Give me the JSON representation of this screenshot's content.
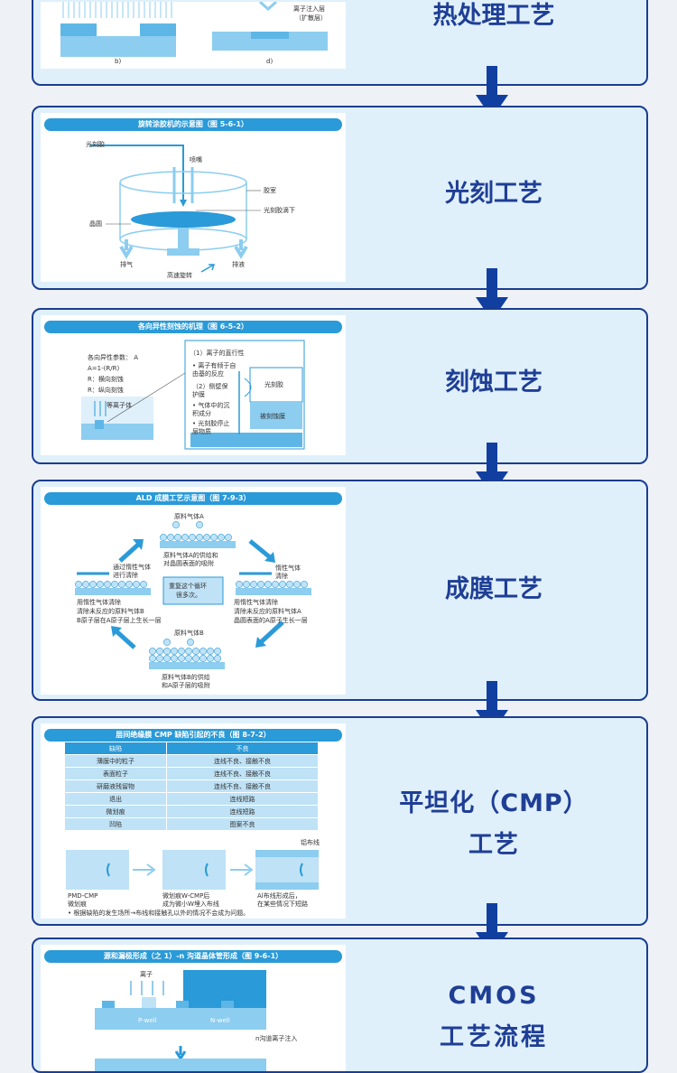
{
  "steps": [
    {
      "label": "热处理工艺",
      "diagram": {
        "caption_b": "b)",
        "caption_d": "d)",
        "implant_label": "离子注入层",
        "implant_sublabel": "（扩散层）"
      }
    },
    {
      "label": "光刻工艺",
      "diagram": {
        "title": "旋转涂胶机的示意图（图 5-6-1）",
        "photoresist": "光刻胶",
        "nozzle": "喷嘴",
        "chamber": "胶室",
        "drip": "光刻胶滴下",
        "wafer": "晶圆",
        "exhaust": "排气",
        "drain": "排液",
        "rotation": "高速旋转"
      }
    },
    {
      "label": "刻蚀工艺",
      "diagram": {
        "title": "各向异性刻蚀的机理（图 6-5-2）",
        "params": [
          "各向异性参数： A",
          "A=1-(R/R)",
          "R：横向刻蚀",
          "R：纵向刻蚀"
        ],
        "plasma": "等离子体",
        "mech_title": "（1）离子的直行性",
        "mech_items": [
          "• 离子有倾于自",
          "  由基的反应",
          "（2）侧壁保",
          "  护膜",
          "• 气体中的沉",
          "  积成分",
          "• 光刻胶停止",
          "  层物质"
        ],
        "photoresist": "光刻胶",
        "etched_film": "被刻蚀膜"
      }
    },
    {
      "label": "成膜工艺",
      "diagram": {
        "title": "ALD 成膜工艺示意图（图 7-9-3）",
        "gas_a": "原料气体A",
        "gas_a_desc": [
          "原料气体A的供给和",
          "对晶圆表面的吸附"
        ],
        "purge_right": [
          "惰性气体",
          "清除"
        ],
        "purge_left": [
          "通过惰性气体",
          "进行清除"
        ],
        "repeat": [
          "重复这个循环",
          "很多次。"
        ],
        "left_desc": [
          "用惰性气体清除",
          "清除未反应的原料气体B",
          "B原子层在A原子层上生长一层"
        ],
        "right_desc": [
          "用惰性气体清除",
          "清除未反应的原料气体A",
          "晶圆表面的A原子生长一层"
        ],
        "gas_b": "原料气体B",
        "gas_b_desc": [
          "原料气体B的供给",
          "和A原子层的吸附"
        ]
      }
    },
    {
      "label": "平坦化（CMP）\n工艺",
      "diagram": {
        "title": "层间绝缘膜 CMP 缺陷引起的不良（图 8-7-2）",
        "headers": [
          "缺陷",
          "不良"
        ],
        "rows": [
          [
            "薄膜中的粒子",
            "连线不良、接触不良"
          ],
          [
            "表面粒子",
            "连线不良、接触不良"
          ],
          [
            "研磨液残留物",
            "连线不良、接触不良"
          ],
          [
            "退出",
            "连线短路"
          ],
          [
            "微划痕",
            "连线短路"
          ],
          [
            "凹陷",
            "图案不良"
          ]
        ],
        "wiring": "铝布线",
        "cap1": [
          "PMD-CMP",
          "微划痕"
        ],
        "cap2": [
          "微划痕W-CMP后",
          "成为微小W埋入布线"
        ],
        "cap3": [
          "Al布线形成后，",
          "在某些情况下短路"
        ],
        "note": "• 根据缺陷的发生场所→布线和接触孔以外的情况不会成为问题。"
      }
    },
    {
      "label": "CMOS\n工艺流程",
      "diagram": {
        "title": "源和漏极形成（之 1）-n 沟道晶体管形成（图 9-6-1）",
        "ions": "离子",
        "pwell": "P-well",
        "nwell": "N-well",
        "implant": "n沟道离子注入"
      }
    }
  ]
}
